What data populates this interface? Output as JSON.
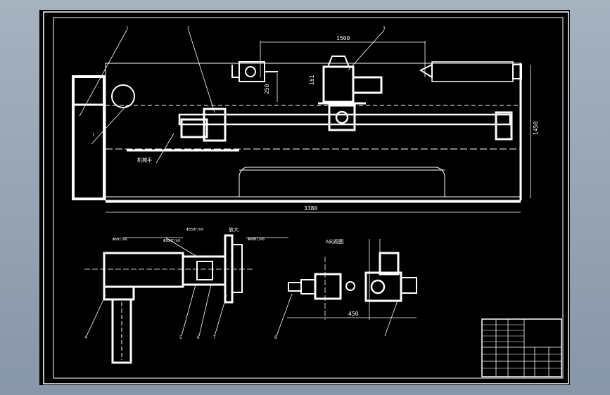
{
  "colors": {
    "background": "#8b9aab",
    "paper": "#000000",
    "line": "#ffffff"
  },
  "dimensions": {
    "top_width": "1500",
    "center_height": "250",
    "small_height": "161",
    "total_height": "1450",
    "total_length": "3380",
    "bottom_span": "450"
  },
  "labels": {
    "small_note": "Ⅰ",
    "left_callout": "机械手",
    "view_a": "A向视图",
    "enlarge": "放大",
    "tolerance_1": "Φ6H7/k6",
    "tolerance_2": "Φ30H7/k6",
    "tolerance_3": "Φ35H7/k6",
    "tolerance_4": "Φ40H7/k6"
  },
  "callouts": [
    "1",
    "2",
    "3",
    "4",
    "5",
    "6",
    "7",
    "8"
  ]
}
